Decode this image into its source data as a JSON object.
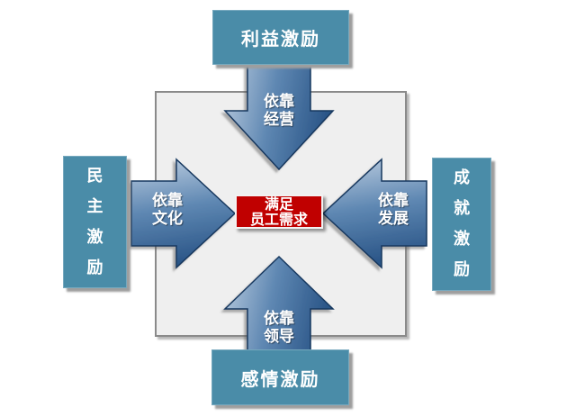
{
  "boxes": {
    "top": {
      "label": "利益激励"
    },
    "bottom": {
      "label": "感情激励"
    },
    "left": {
      "label": "民主激励"
    },
    "right": {
      "label": "成就激励"
    }
  },
  "arrows": {
    "down": {
      "line1": "依靠",
      "line2": "经营"
    },
    "up": {
      "line1": "依靠",
      "line2": "领导"
    },
    "fromLeft": {
      "line1": "依靠",
      "line2": "文化"
    },
    "fromRight": {
      "line1": "依靠",
      "line2": "发展"
    }
  },
  "center": {
    "line1": "满足",
    "line2": "员工需求"
  },
  "colors": {
    "box_teal": "#4A8CA8",
    "center_red": "#C00000",
    "arrow_gradient_light": "#BCCDE0",
    "arrow_gradient_mid": "#5E87B2",
    "arrow_gradient_dark": "#2B5688",
    "arrow_outline": "#17375E",
    "panel_gray": "#EFEFEF"
  }
}
